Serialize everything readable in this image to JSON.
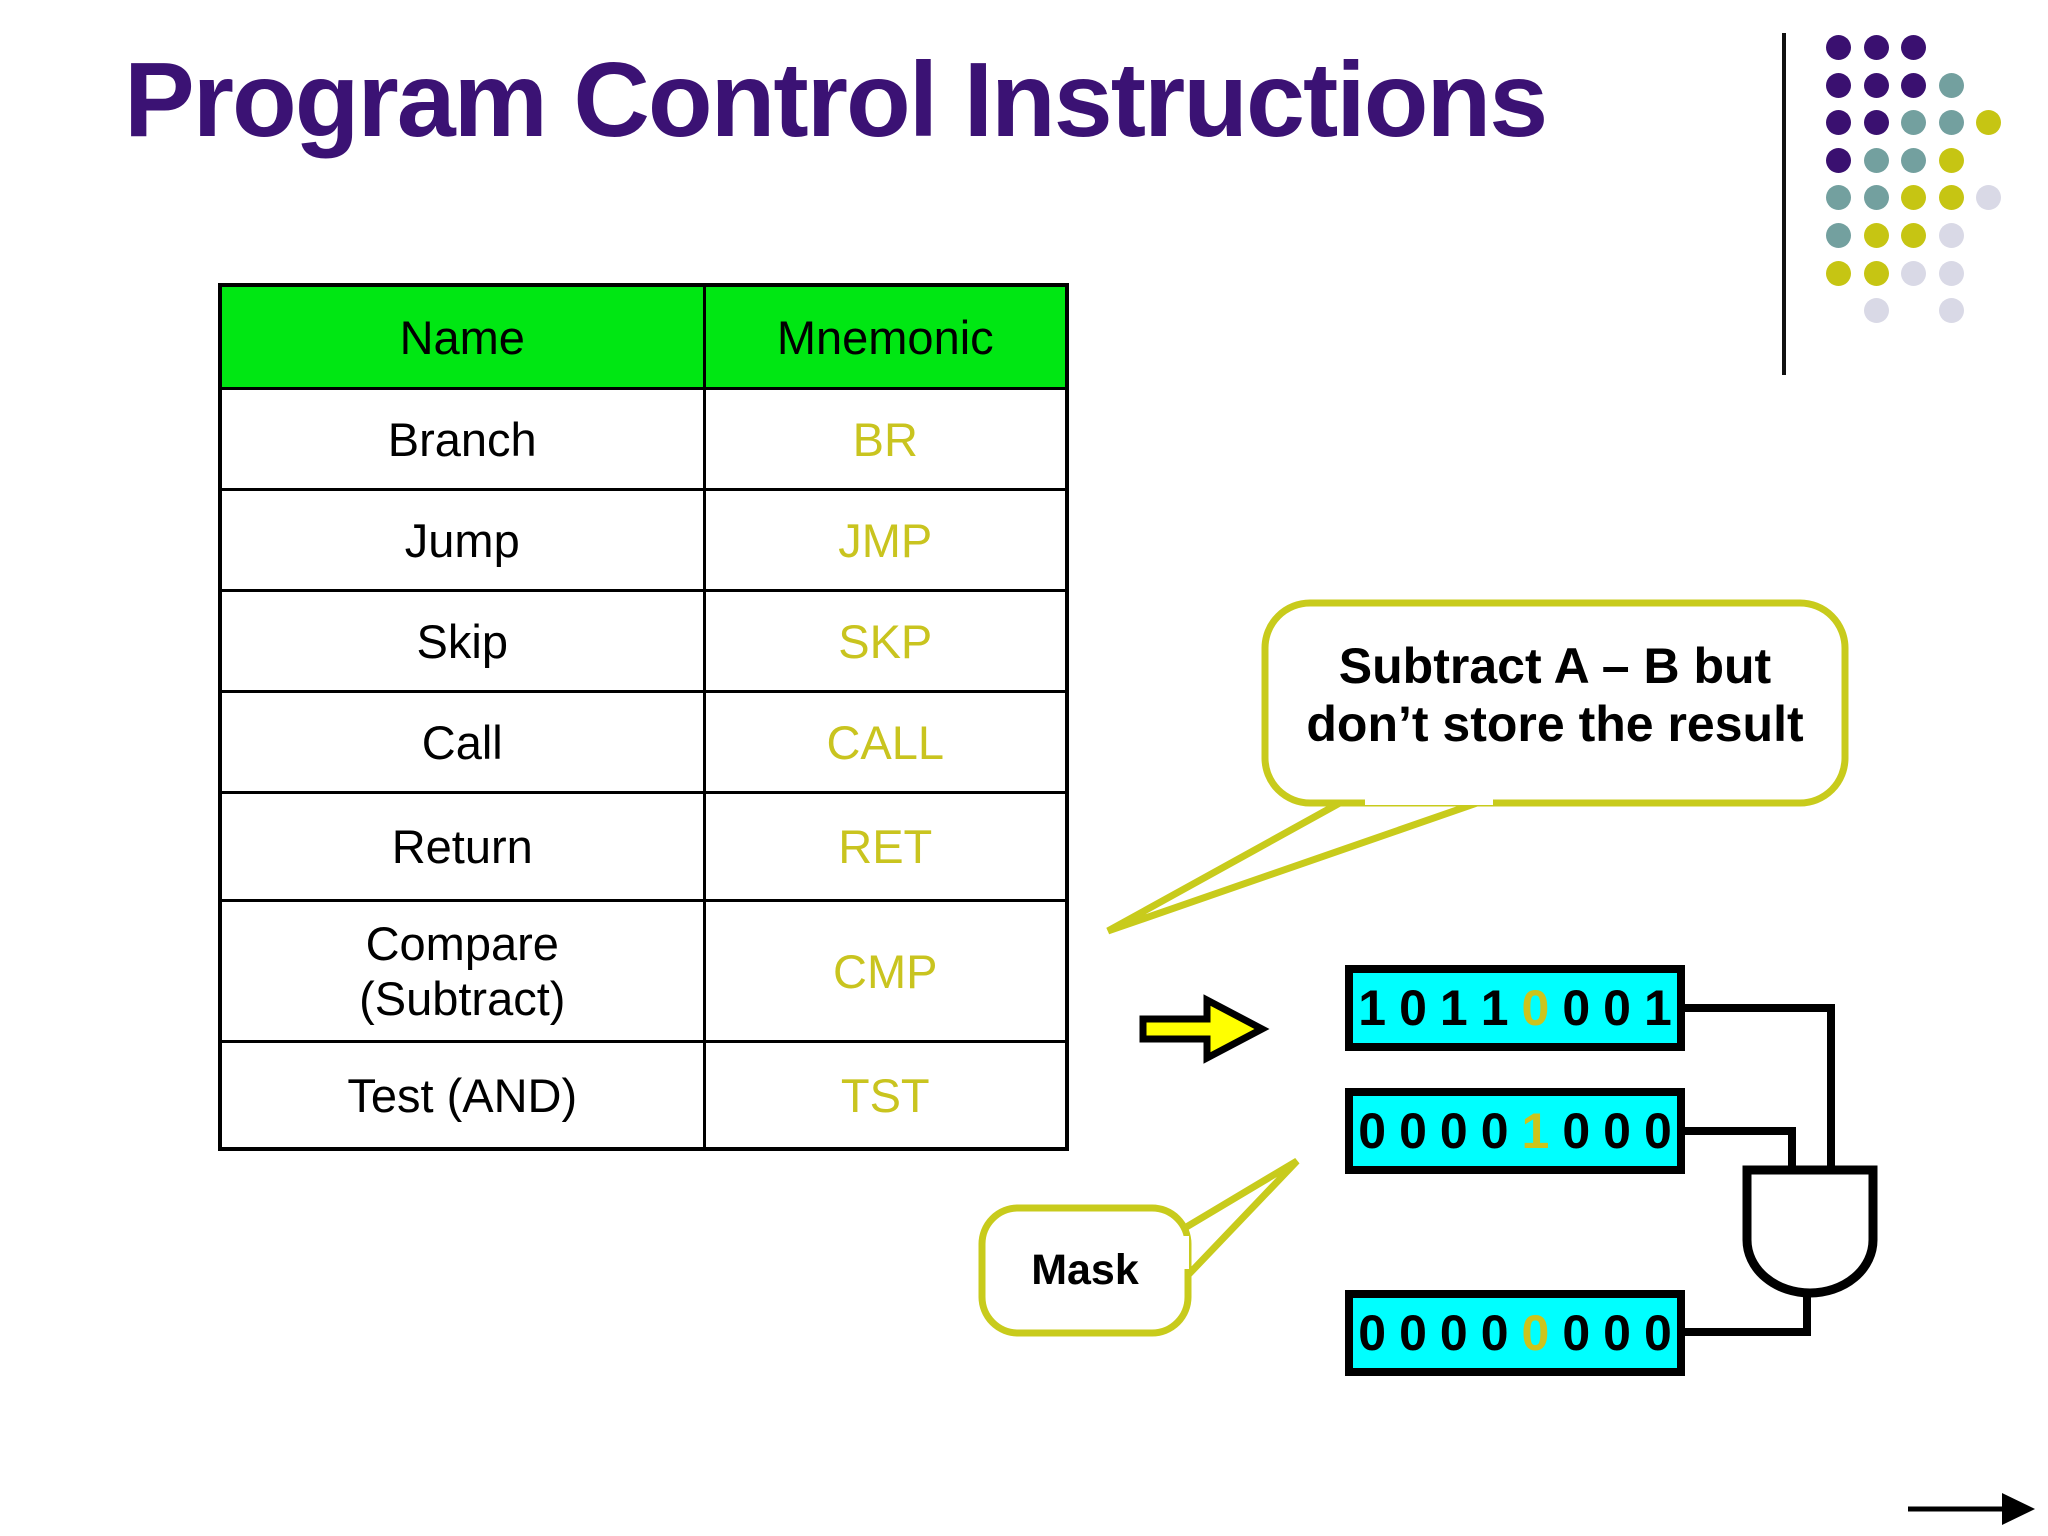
{
  "slide_title": "Program Control Instructions",
  "table": {
    "headers": [
      "Name",
      "Mnemonic"
    ],
    "rows": [
      {
        "name": "Branch",
        "mnemonic": "BR"
      },
      {
        "name": "Jump",
        "mnemonic": "JMP"
      },
      {
        "name": "Skip",
        "mnemonic": "SKP"
      },
      {
        "name": "Call",
        "mnemonic": "CALL"
      },
      {
        "name": "Return",
        "mnemonic": "RET"
      },
      {
        "name": "Compare\n(Subtract)",
        "mnemonic": "CMP"
      },
      {
        "name": "Test (AND)",
        "mnemonic": "TST"
      }
    ]
  },
  "callouts": {
    "subtract_note": "Subtract A – B but\ndon’t store the result",
    "mask_label": "Mask"
  },
  "diagram": {
    "gate_type": "AND",
    "registers": [
      {
        "bits": [
          "1",
          "0",
          "1",
          "1",
          "0",
          "0",
          "0",
          "1"
        ],
        "highlight_index": 4
      },
      {
        "bits": [
          "0",
          "0",
          "0",
          "0",
          "1",
          "0",
          "0",
          "0"
        ],
        "highlight_index": 4
      },
      {
        "bits": [
          "0",
          "0",
          "0",
          "0",
          "0",
          "0",
          "0",
          "0"
        ],
        "highlight_index": 4
      }
    ]
  },
  "colors": {
    "title_purple": "#3B1274",
    "header_green": "#00E713",
    "mnemonic_yellow": "#C9C41F",
    "digit_highlight": "#CDC41C",
    "callout_border": "#C8CB1C",
    "register_cyan": "#00FFFF",
    "arrow_yellow": "#FFFF00",
    "dot_purple": "#3A1070",
    "dot_teal": "#73A09F",
    "dot_yellow": "#C6C513",
    "dot_lavender": "#D9D9E6"
  },
  "decor": {
    "dot_pattern": [
      [
        "p",
        "p",
        "p"
      ],
      [
        "p",
        "p",
        "p",
        "t"
      ],
      [
        "p",
        "p",
        "t",
        "t",
        "y"
      ],
      [
        "p",
        "t",
        "t",
        "y"
      ],
      [
        "t",
        "t",
        "y",
        "y",
        "l"
      ],
      [
        "t",
        "y",
        "y",
        "l"
      ],
      [
        "y",
        "y",
        "l",
        "l"
      ],
      [
        null,
        "l",
        null,
        "l"
      ]
    ]
  }
}
